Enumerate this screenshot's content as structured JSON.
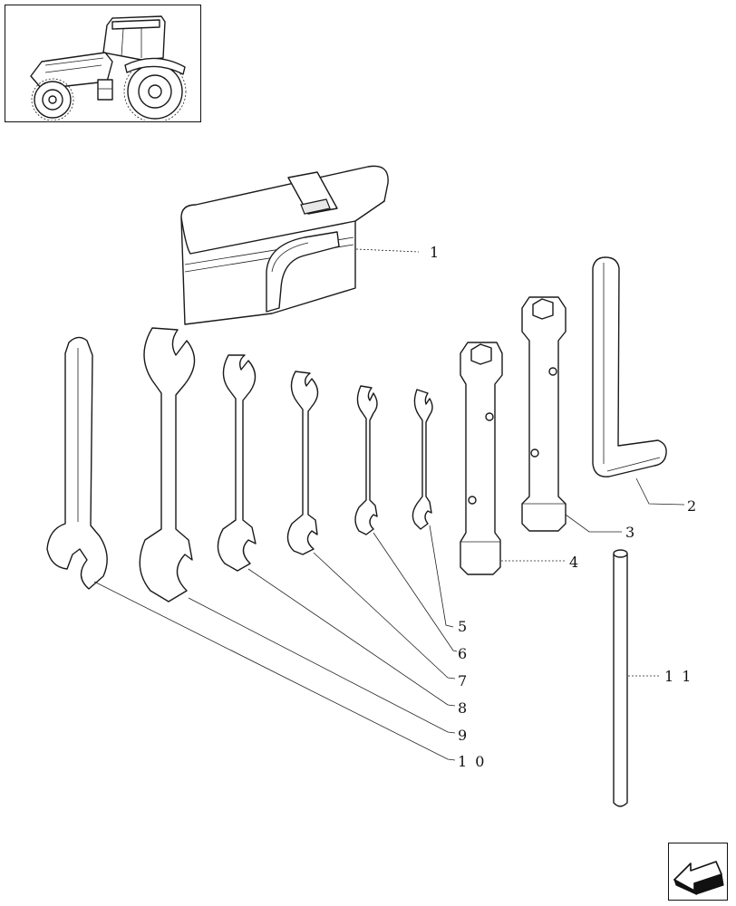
{
  "callouts": {
    "c1": "1",
    "c2": "2",
    "c3": "3",
    "c4": "4",
    "c5": "5",
    "c6": "6",
    "c7": "7",
    "c8": "8",
    "c9": "9",
    "c10": "1 0",
    "c11": "1 1"
  },
  "icons": {
    "thumbnail": "tractor-icon",
    "navigation": "arrow-icon"
  }
}
